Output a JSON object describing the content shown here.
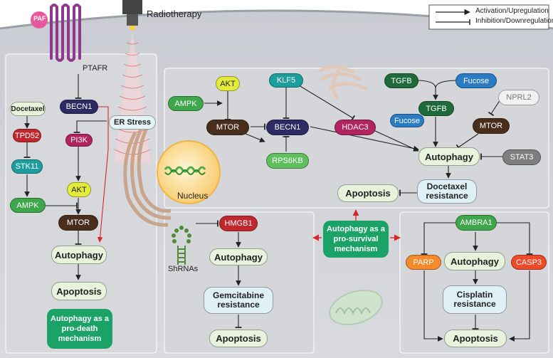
{
  "legend": {
    "activation": "Activation/Upregulation",
    "inhibition": "Inhibition/Downregulation"
  },
  "top": {
    "paf": "PAF",
    "ptafr": "PTAFR",
    "radiotherapy": "Radiotherapy",
    "er_stress": "ER Stress",
    "nucleus": "Nucleus"
  },
  "left": {
    "docetaxel": "Docetaxel",
    "tpd52": "TPD52",
    "stk11": "STK11",
    "ampk": "AMPK",
    "becn1": "BECN1",
    "pi3k": "PI3K",
    "akt": "AKT",
    "mtor": "MTOR",
    "autophagy": "Autophagy",
    "apoptosis": "Apoptosis",
    "mechanism": "Autophagy as a pro-death mechanism"
  },
  "upper": {
    "ampk": "AMPK",
    "akt": "AKT",
    "mtor": "MTOR",
    "klf5": "KLF5",
    "becn1": "BECN1",
    "rps6kb": "RPS6KB",
    "hdac3": "HDAC3",
    "tgfb1": "TGFB",
    "fucose1": "Fucose",
    "tgfb2": "TGFB",
    "fucose2": "Fucose",
    "nprl2": "NPRL2",
    "mtor2": "MTOR",
    "stat3": "STAT3",
    "autophagy": "Autophagy",
    "docetaxel_res": "Docetaxel resistance",
    "apoptosis": "Apoptosis"
  },
  "center": {
    "mechanism": "Autophagy as a pro-survival mechanism"
  },
  "mid": {
    "shrnas": "ShRNAs",
    "hmgb1": "HMGB1",
    "autophagy": "Autophagy",
    "gem_res": "Gemcitabine resistance",
    "apoptosis": "Apoptosis"
  },
  "right": {
    "ambra1": "AMBRA1",
    "parp": "PARP",
    "autophagy": "Autophagy",
    "casp3": "CASP3",
    "cis_res": "Cisplatin resistance",
    "apoptosis": "Apoptosis"
  }
}
